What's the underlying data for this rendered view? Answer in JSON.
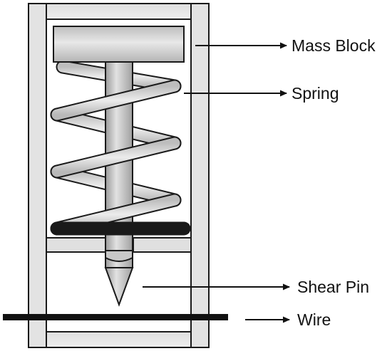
{
  "labels": {
    "mass_block": "Mass Block",
    "spring": "Spring",
    "shear_pin": "Shear Pin",
    "wire": "Wire"
  },
  "colors": {
    "outline": "#1a1a1a",
    "housing_fill": "#e6e6e6",
    "block_fill": "#d9d9d9",
    "spring_fill": "#d4d4d4",
    "pin_fill": "#c4c4c4",
    "wire": "#111111"
  }
}
